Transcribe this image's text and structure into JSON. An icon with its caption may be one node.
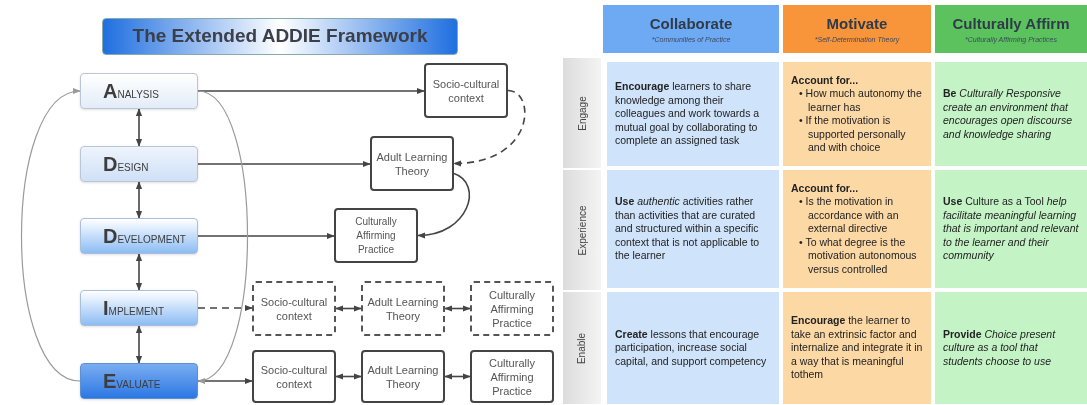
{
  "diagram": {
    "title": "The Extended ADDIE Framework",
    "nodes": [
      {
        "text": [
          "ANALYSIS"
        ]
      },
      {
        "text": [
          "DESIGN"
        ]
      },
      {
        "text": [
          "DEVELOPMENT"
        ]
      },
      {
        "text": [
          "IMPLEMENT"
        ]
      },
      {
        "text": [
          "EVALUATE"
        ]
      },
      {
        "text": [
          "Socio-cultural context"
        ]
      },
      {
        "text": [
          "Adult Learning Theory"
        ]
      },
      {
        "text": [
          "Culturally Affirming Practice"
        ]
      },
      {
        "text": [
          "Socio-cultural context"
        ]
      },
      {
        "text": [
          "Adult Learning Theory"
        ]
      },
      {
        "text": [
          "Culturally Affirming Practice"
        ]
      },
      {
        "text": [
          "Socio-cultural context"
        ]
      },
      {
        "text": [
          "Adult Learning Theory"
        ]
      },
      {
        "text": [
          "Culturally Affirming Practice"
        ]
      },
      {
        "text": [
          "Collaborate",
          "*Communities of Practice"
        ]
      },
      {
        "text": [
          "Motivate",
          "*Self-Determination Theory"
        ]
      },
      {
        "text": [
          "Culturally Affirm",
          "*Culturally Affirming Practices"
        ]
      },
      {
        "text": [
          "Engage"
        ]
      },
      {
        "text": [
          "Experience"
        ]
      },
      {
        "text": [
          "Enable"
        ]
      },
      {
        "text": [
          "**Encourage** learners to share knowledge among their colleagues and work towards a mutual goal by collaborating to complete an assigned task"
        ]
      },
      {
        "text": [
          "Account for...",
          "• How much autonomy the learner has",
          "• If the motivation is supported personally and with choice"
        ]
      },
      {
        "text": [
          "**Be** *Culturally Responsive create an environment that encourages open discourse and knowledge sharing*"
        ]
      },
      {
        "text": [
          "**Use** *authentic* activities rather than activities that are curated and structured within a specific context that is not applicable to the learner"
        ]
      },
      {
        "text": [
          "Account for...",
          "• Is the motivation in accordance with an external directive",
          "• To what degree is the motivation autonomous versus controlled"
        ]
      },
      {
        "text": [
          "**Use** Culture as a Tool *help facilitate meaningful learning that is important and relevant to the learner and their community*"
        ]
      },
      {
        "text": [
          "**Create** lessons that encourage participation, increase social capital, and support competency"
        ]
      },
      {
        "text": [
          "**Encourage** the learner to take an extrinsic factor and internalize and integrate it in a way that is meaningful tothem"
        ]
      },
      {
        "text": [
          "**Provide** *Choice present culture as a tool that students choose to use*"
        ]
      }
    ],
    "edges": [
      {
        "from": 0,
        "to": 5,
        "arrow": "to"
      },
      {
        "from": 1,
        "to": 6,
        "arrow": "to"
      },
      {
        "from": 2,
        "to": 7,
        "arrow": "to"
      },
      {
        "from": 3,
        "to": 8,
        "arrow": "to",
        "style": "dashed"
      },
      {
        "from": 4,
        "to": 11,
        "arrow": "to"
      },
      {
        "from": 5,
        "to": 6,
        "arrow": "to",
        "style": "dashed"
      },
      {
        "from": 6,
        "to": 7,
        "arrow": "to"
      },
      {
        "from": 8,
        "to": 9,
        "arrow": "both"
      },
      {
        "from": 9,
        "to": 10,
        "arrow": "both"
      },
      {
        "from": 11,
        "to": 12,
        "arrow": "both"
      },
      {
        "from": 12,
        "to": 13,
        "arrow": "both"
      },
      {
        "from": 0,
        "to": 1,
        "arrow": "both"
      },
      {
        "from": 1,
        "to": 2,
        "arrow": "both"
      },
      {
        "from": 2,
        "to": 3,
        "arrow": "both"
      },
      {
        "from": 3,
        "to": 4,
        "arrow": "both"
      },
      {
        "from": 4,
        "to": 0,
        "arrow": "to",
        "color": "#9a9a9a"
      },
      {
        "from": 0,
        "to": 4,
        "arrow": "to",
        "color": "#9a9a9a"
      }
    ]
  }
}
